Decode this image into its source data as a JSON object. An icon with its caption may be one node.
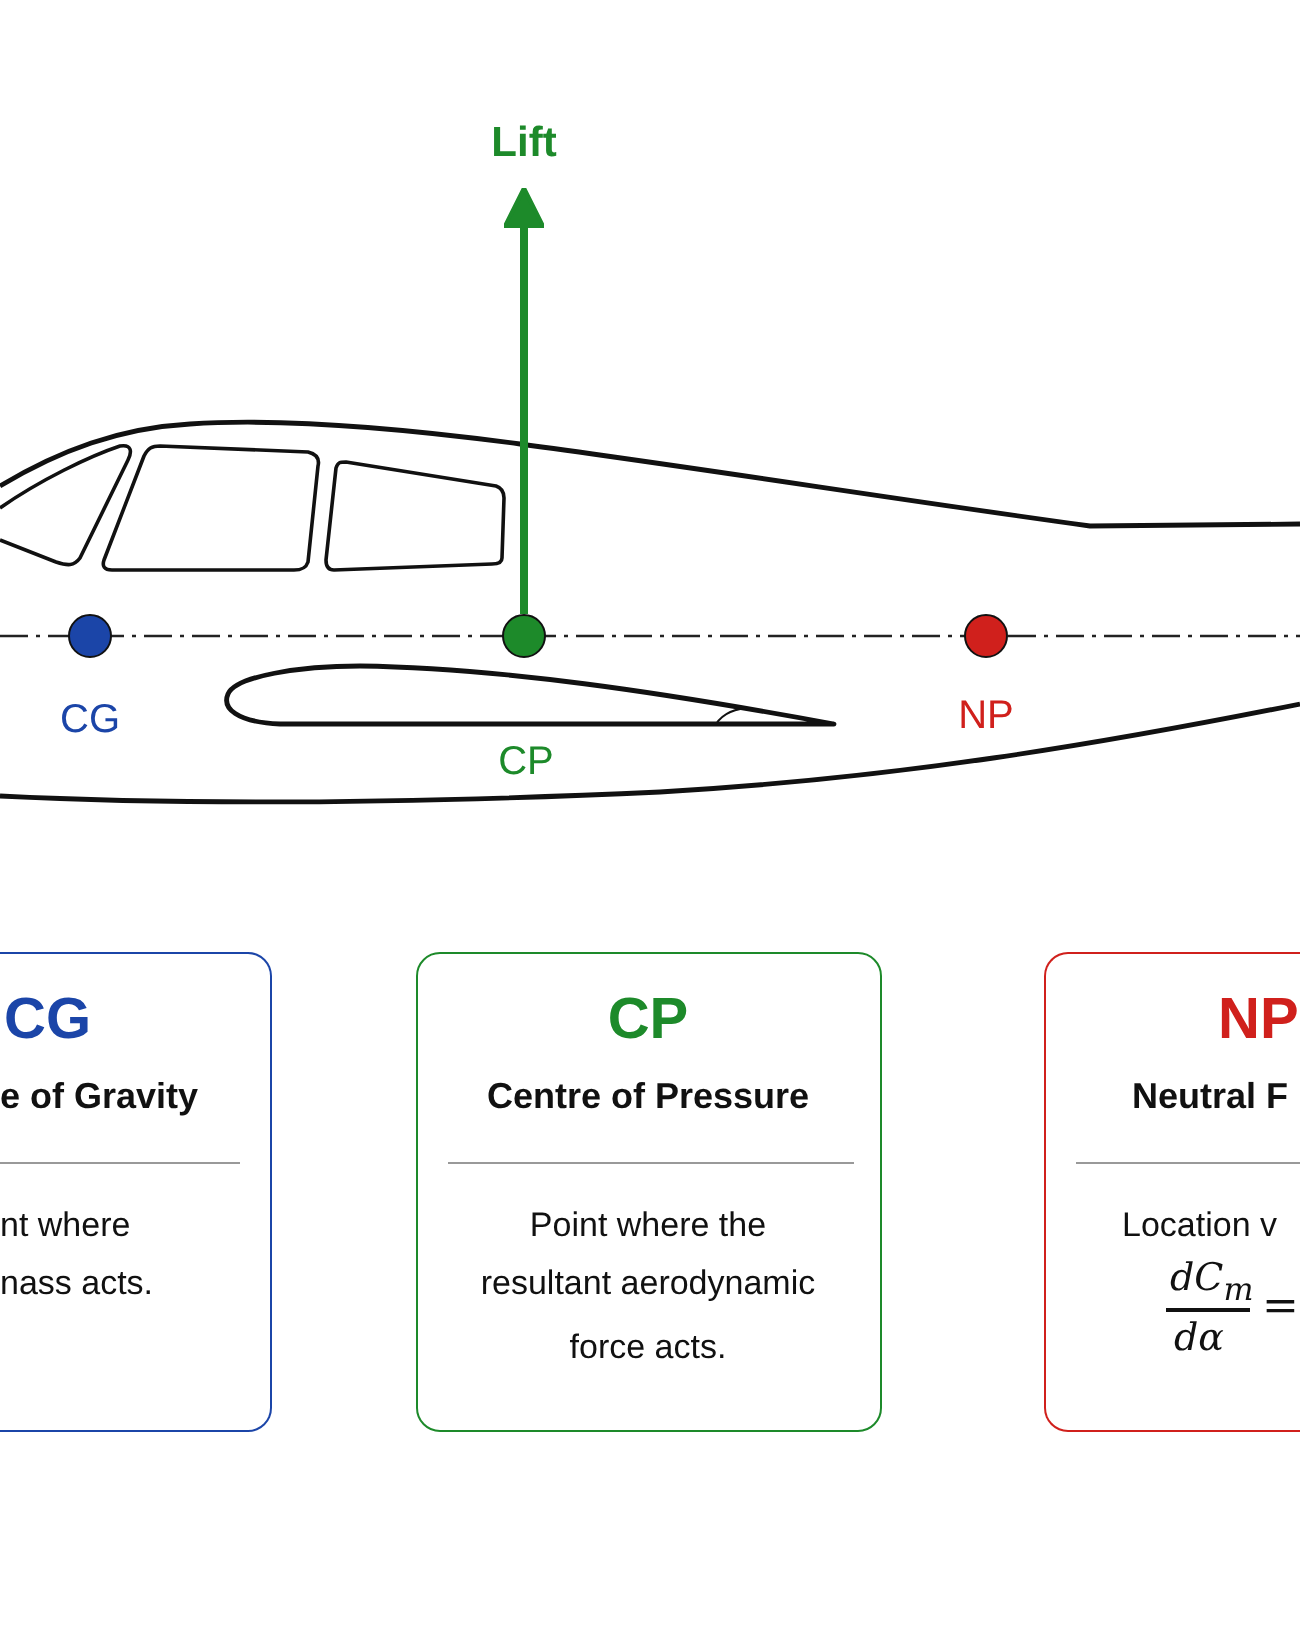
{
  "diagram": {
    "nodes": [
      {
        "text": [
          "Lift"
        ]
      },
      {
        "text": [],
        "shape": "circle",
        "beside": [
          "CG"
        ]
      },
      {
        "text": [],
        "shape": "circle",
        "beside": [
          "CP"
        ]
      },
      {
        "text": [],
        "shape": "circle",
        "beside": [
          "NP"
        ]
      },
      {
        "text": [
          "CG",
          "e of Gravity",
          "nt where",
          "nass acts."
        ]
      },
      {
        "text": [
          "CP",
          "Centre of Pressure",
          "Point where the",
          "resultant aerodynamic",
          "force acts."
        ]
      },
      {
        "text": [
          "NP",
          "Neutral F",
          "Location v",
          "dC$_{m}$",
          "dα",
          "="
        ]
      }
    ],
    "edges": [
      {
        "from": 2,
        "to": 0,
        "arrow": "to"
      }
    ]
  }
}
